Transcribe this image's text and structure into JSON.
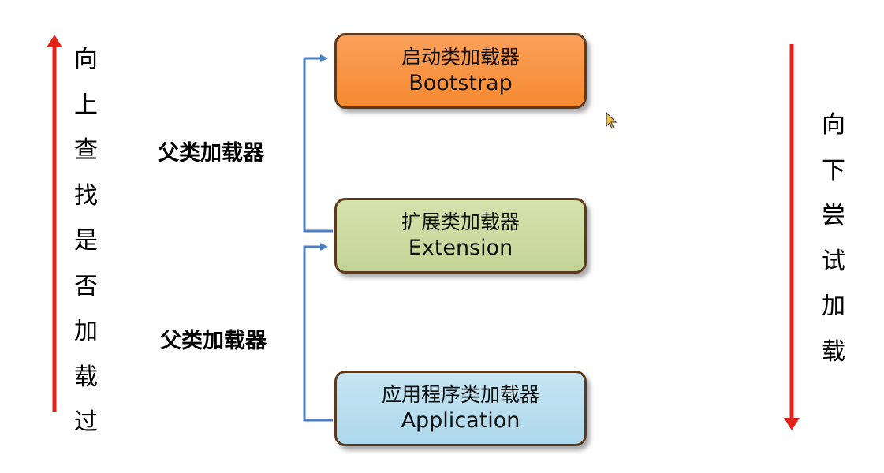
{
  "boxes": {
    "bootstrap": {
      "cn": "启动类加载器",
      "en": "Bootstrap"
    },
    "extension": {
      "cn": "扩展类加载器",
      "en": "Extension"
    },
    "application": {
      "cn": "应用程序类加载器",
      "en": "Application"
    }
  },
  "labels": {
    "parent_1": "父类加载器",
    "parent_2": "父类加载器"
  },
  "left_side": {
    "chars": [
      "向",
      "上",
      "查",
      "找",
      "是",
      "否",
      "加",
      "载",
      "过"
    ]
  },
  "right_side": {
    "chars": [
      "向",
      "下",
      "尝",
      "试",
      "加",
      "载"
    ]
  },
  "colors": {
    "arrow_red": "#e32219",
    "connector_blue": "#4a7fc1",
    "bootstrap_fill": "#f7923d",
    "extension_fill": "#cbd9a0",
    "application_fill": "#b5dcee",
    "box_border": "#5b3a1e"
  }
}
